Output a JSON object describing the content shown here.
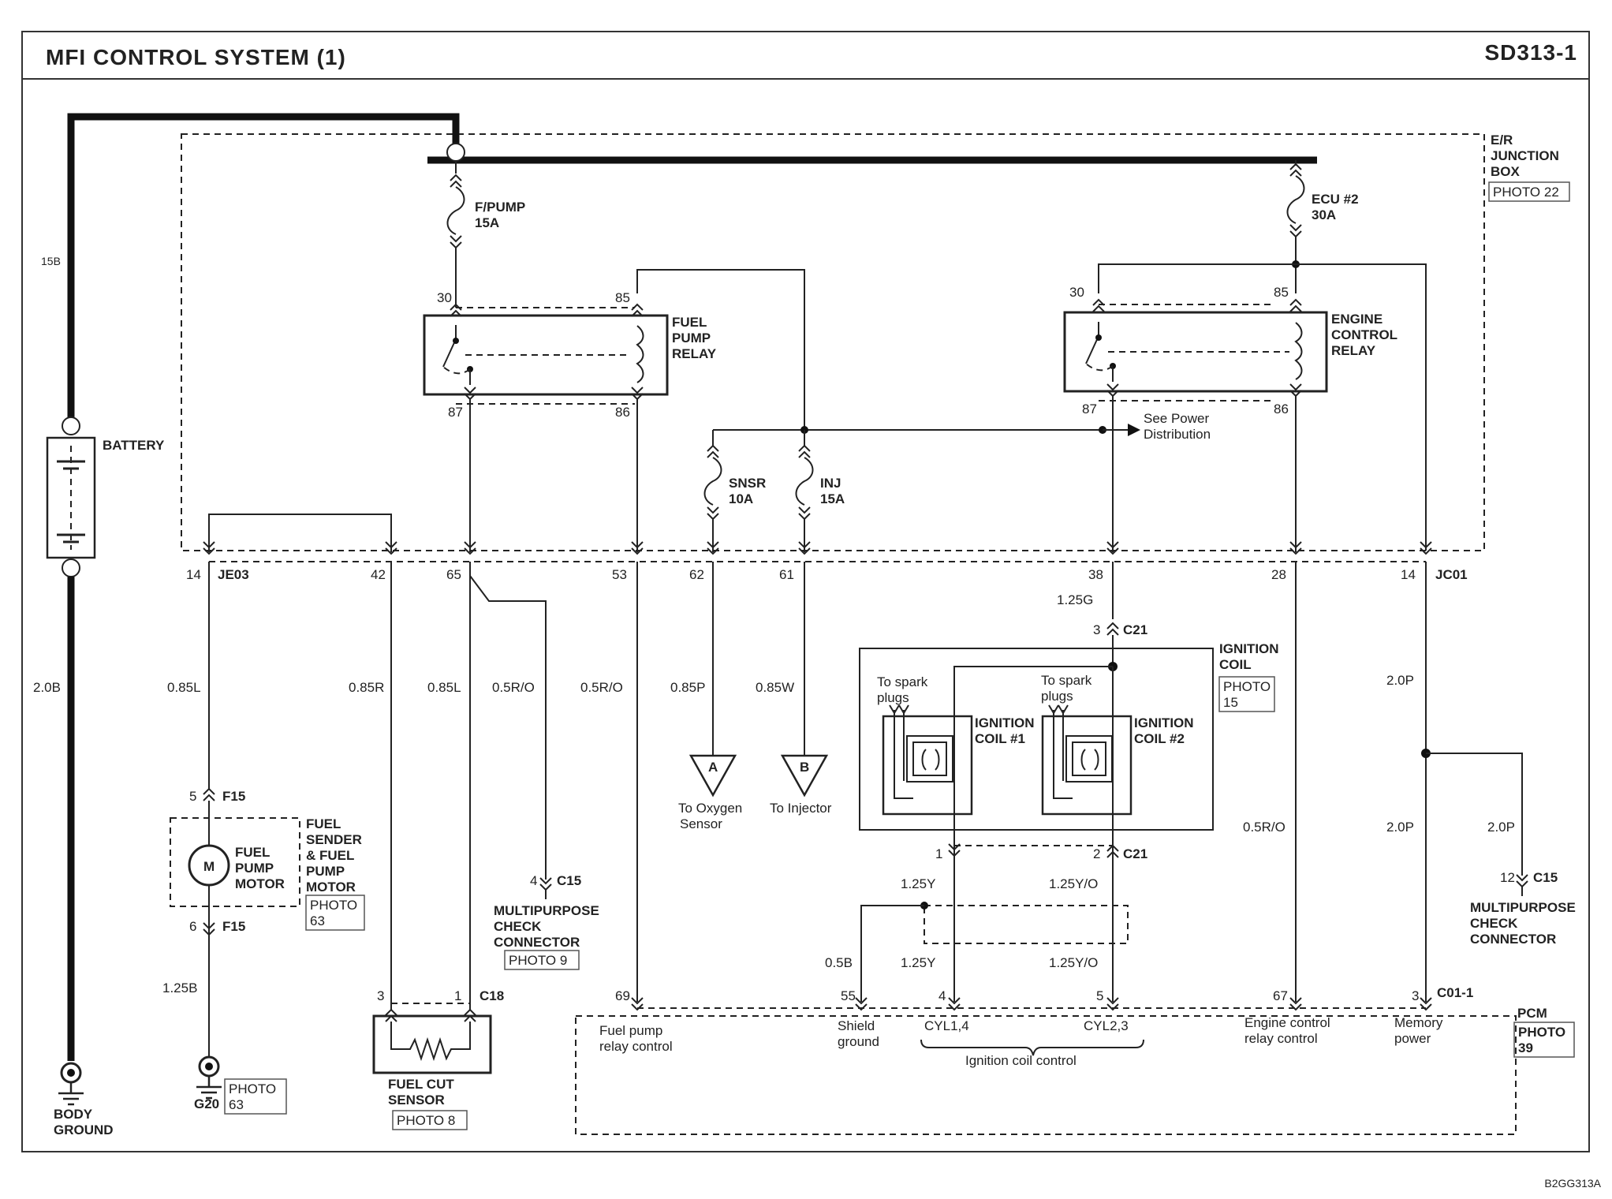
{
  "header": {
    "title": "MFI CONTROL SYSTEM (1)",
    "page_code": "SD313-1"
  },
  "footer": {
    "figure_code": "B2GG313A"
  },
  "junction_box": {
    "name": "E/R JUNCTION BOX",
    "line1": "E/R",
    "line2": "JUNCTION",
    "line3": "BOX",
    "photo": "PHOTO 22"
  },
  "fuses": {
    "fpump": {
      "name": "F/PUMP",
      "rating": "15A"
    },
    "ecu2": {
      "name": "ECU #2",
      "rating": "30A"
    },
    "snsr": {
      "name": "SNSR",
      "rating": "10A"
    },
    "inj": {
      "name": "INJ",
      "rating": "15A"
    }
  },
  "relays": {
    "fuel_pump": {
      "line1": "FUEL",
      "line2": "PUMP",
      "line3": "RELAY",
      "pin30": "30",
      "pin85": "85",
      "pin87": "87",
      "pin86": "86"
    },
    "engine_control": {
      "line1": "ENGINE",
      "line2": "CONTROL",
      "line3": "RELAY",
      "pin30": "30",
      "pin85": "85",
      "pin87": "87",
      "pin86": "86"
    }
  },
  "battery": {
    "label": "BATTERY",
    "wire_top": "15B",
    "wire_bottom": "2.0B"
  },
  "body_ground": {
    "line1": "BODY",
    "line2": "GROUND"
  },
  "power_distribution": {
    "line1": "See Power",
    "line2": "Distribution"
  },
  "connectors": {
    "je03": {
      "name": "JE03",
      "pin14": "14",
      "pin42": "42",
      "pin65": "65",
      "pin53": "53",
      "pin62": "62",
      "pin61": "61"
    },
    "jc01": {
      "name": "JC01",
      "pin38": "38",
      "pin28": "28",
      "pin14": "14"
    },
    "f15": {
      "name": "F15",
      "pin5": "5",
      "pin6": "6"
    },
    "c15_left": {
      "name": "C15",
      "pin": "4"
    },
    "c15_right": {
      "name": "C15",
      "pin": "12"
    },
    "c18": {
      "name": "C18",
      "pin3": "3",
      "pin1": "1"
    },
    "c21": {
      "name": "C21",
      "pin3": "3",
      "pin1": "1",
      "pin2": "2"
    },
    "c01_1": {
      "name": "C01-1",
      "pin69": "69",
      "pin55": "55",
      "pin4": "4",
      "pin5": "5",
      "pin67": "67",
      "pin3": "3"
    }
  },
  "wires": {
    "w085l_a": "0.85L",
    "w085r": "0.85R",
    "w085l_b": "0.85L",
    "w05ro_a": "0.5R/O",
    "w05ro_b": "0.5R/O",
    "w085p": "0.85P",
    "w085w": "0.85W",
    "w125g": "1.25G",
    "w20p_a": "2.0P",
    "w20p_b": "2.0P",
    "w20p_c": "2.0P",
    "w05ro_c": "0.5R/O",
    "w125b": "1.25B",
    "w125y_a": "1.25Y",
    "w125yo_a": "1.25Y/O",
    "w05b": "0.5B",
    "w125y_b": "1.25Y",
    "w125yo_b": "1.25Y/O"
  },
  "fuel_pump_motor": {
    "symbol": "M",
    "line1": "FUEL",
    "line2": "PUMP",
    "line3": "MOTOR",
    "desc1": "FUEL",
    "desc2": "SENDER",
    "desc3": "& FUEL",
    "desc4": "PUMP",
    "desc5": "MOTOR",
    "photo_a": "PHOTO",
    "photo_b": "63"
  },
  "g20": {
    "name": "G20",
    "photo_a": "PHOTO",
    "photo_b": "63"
  },
  "mpc_left": {
    "line1": "MULTIPURPOSE",
    "line2": "CHECK",
    "line3": "CONNECTOR",
    "photo": "PHOTO 9"
  },
  "mpc_right": {
    "line1": "MULTIPURPOSE",
    "line2": "CHECK",
    "line3": "CONNECTOR"
  },
  "fuel_cut_sensor": {
    "line1": "FUEL CUT",
    "line2": "SENSOR",
    "photo": "PHOTO 8"
  },
  "offpage": {
    "a": {
      "letter": "A",
      "line1": "To Oxygen",
      "line2": "Sensor"
    },
    "b": {
      "letter": "B",
      "line1": "To Injector"
    }
  },
  "ignition": {
    "line1": "IGNITION",
    "line2": "COIL",
    "photo_a": "PHOTO",
    "photo_b": "15",
    "coil1": {
      "line1": "IGNITION",
      "line2": "COIL #1",
      "plugs1": "To spark",
      "plugs2": "plugs"
    },
    "coil2": {
      "line1": "IGNITION",
      "line2": "COIL #2",
      "plugs1": "To spark",
      "plugs2": "plugs"
    }
  },
  "pcm": {
    "name": "PCM",
    "photo_a": "PHOTO",
    "photo_b": "39",
    "fpr1": "Fuel pump",
    "fpr2": "relay control",
    "sg1": "Shield",
    "sg2": "ground",
    "cyl14": "CYL1,4",
    "cyl23": "CYL2,3",
    "icc": "Ignition coil control",
    "ecr1": "Engine control",
    "ecr2": "relay control",
    "mem1": "Memory",
    "mem2": "power"
  }
}
